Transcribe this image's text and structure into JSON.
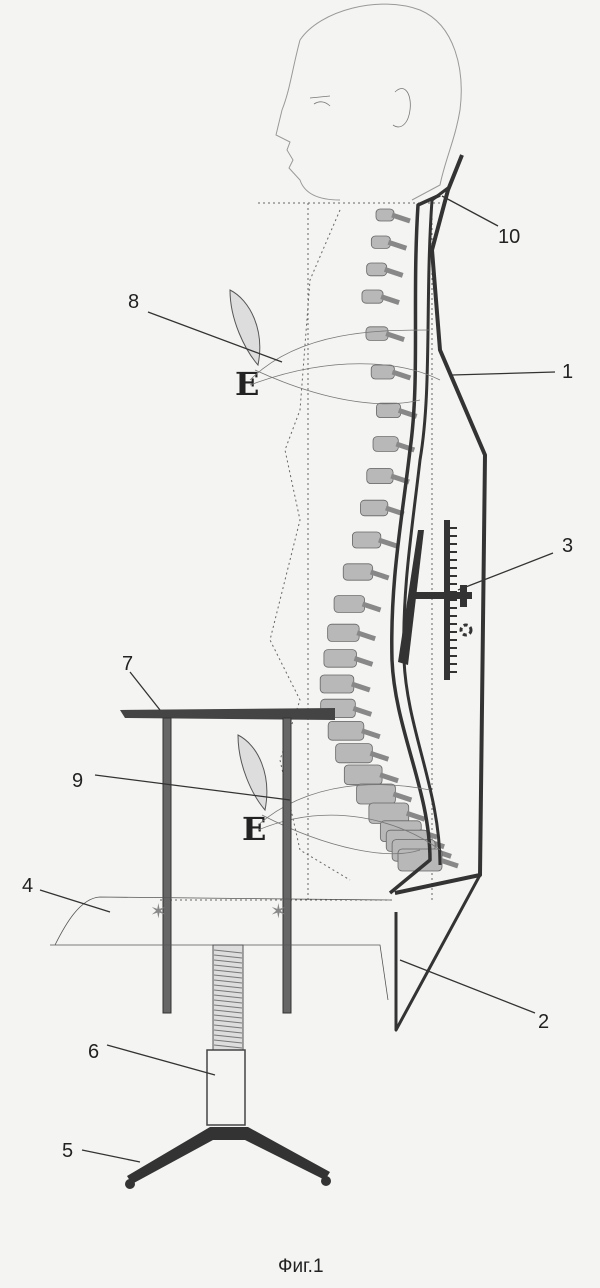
{
  "figure": {
    "caption": "Фиг.1",
    "labels": {
      "back_plate": "1",
      "lower_plate": "2",
      "adjuster": "3",
      "seat": "4",
      "base": "5",
      "column": "6",
      "table": "7",
      "upper_marker": "8",
      "lower_marker": "9",
      "neck_rest": "10"
    }
  }
}
